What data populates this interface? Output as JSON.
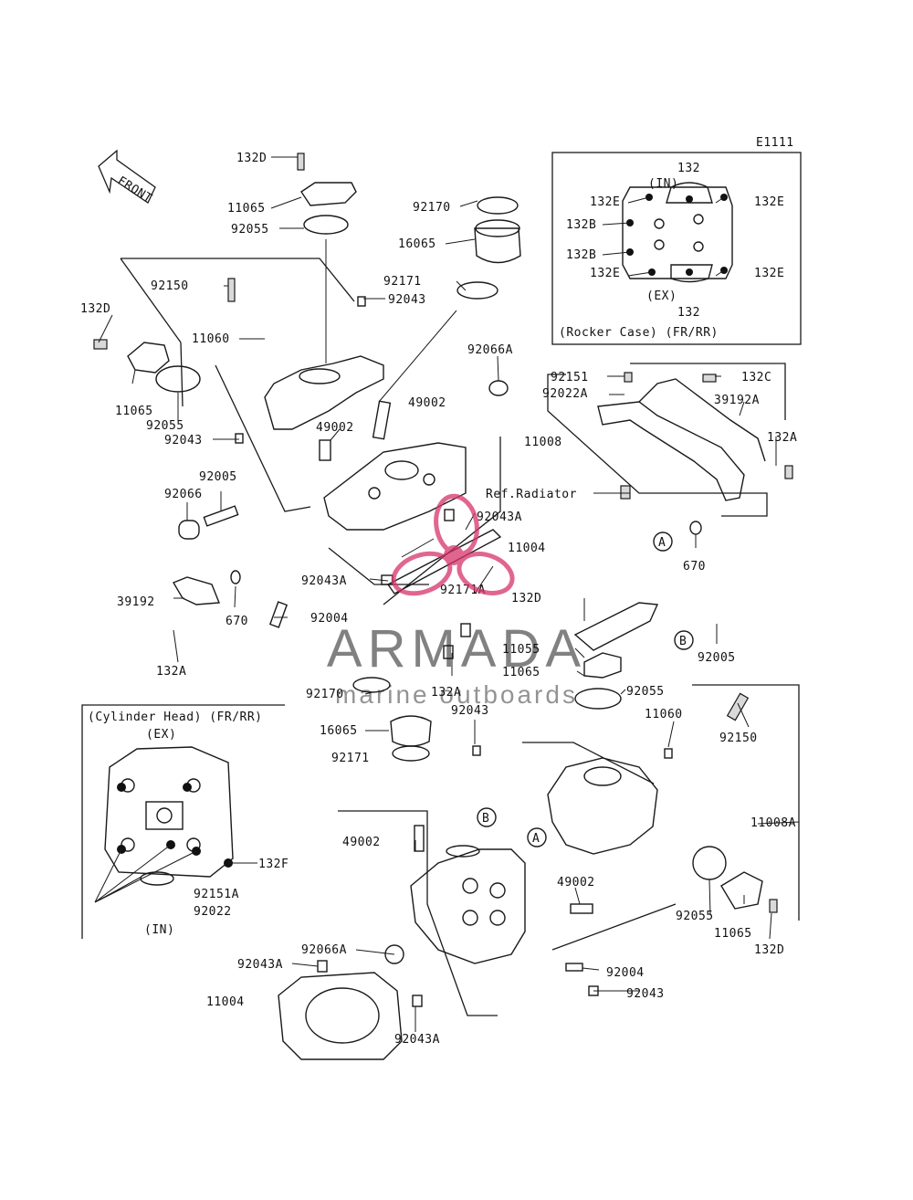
{
  "diagram_code": "E1111",
  "front_label": "FRONT",
  "labels": {
    "p132D_top": "132D",
    "p11065_top": "11065",
    "p92055_top": "92055",
    "p92170_top": "92170",
    "p16065_top": "16065",
    "p92171_top": "92171",
    "p92043_top": "92043",
    "p92150_top": "92150",
    "p132D_left": "132D",
    "p11060_top": "11060",
    "p92066A_top": "92066A",
    "p11065_left": "11065",
    "p92055_left": "92055",
    "p49002_a": "49002",
    "p49002_b": "49002",
    "p92043_left": "92043",
    "p11008": "11008",
    "p92005_left": "92005",
    "p92066": "92066",
    "p92043A_mid": "92043A",
    "p11004_mid": "11004",
    "p92043A_left": "92043A",
    "p92171A": "92171A",
    "p39192": "39192",
    "p670_left": "670",
    "p92004_left": "92004",
    "p132A_left": "132A",
    "p92151": "92151",
    "p92022A": "92022A",
    "p132C": "132C",
    "p39192A": "39192A",
    "p132A_right": "132A",
    "ref_radiator": "Ref.Radiator",
    "p670_right": "670",
    "p132D_mid": "132D",
    "p11055": "11055",
    "p11065_mid": "11065",
    "p92055_mid": "92055",
    "p92005_right": "92005",
    "p132A_mid": "132A",
    "p92170_low": "92170",
    "p16065_low": "16065",
    "p92171_low": "92171",
    "p92043_low": "92043",
    "p11060_low": "11060",
    "p92150_low": "92150",
    "p11008A": "11008A",
    "p49002_low": "49002",
    "p49002_right": "49002",
    "p92055_low": "92055",
    "p11065_low": "11065",
    "p132D_low": "132D",
    "p92066A_low": "92066A",
    "p92043A_low": "92043A",
    "p11004_low": "11004",
    "p92043A_bottom": "92043A",
    "p92004_low": "92004",
    "p92043_bottom": "92043",
    "p132F": "132F",
    "p92151A": "92151A",
    "p92022": "92022"
  },
  "callouts": {
    "A": "A",
    "B": "B"
  },
  "rocker_inset": {
    "title": "(Rocker Case) (FR/RR)",
    "in_label": "(IN)",
    "ex_label": "(EX)",
    "top_132": "132",
    "bottom_132": "132",
    "l_132E_top": "132E",
    "r_132E_top": "132E",
    "l_132B_a": "132B",
    "l_132B_b": "132B",
    "l_132E_bottom": "132E",
    "r_132E_bottom": "132E"
  },
  "head_inset": {
    "title": "(Cylinder Head) (FR/RR)",
    "ex_label": "(EX)",
    "in_label": "(IN)"
  },
  "watermark": {
    "brand": "ARMADA",
    "tagline": "marine outboards",
    "color": "#d6336c"
  }
}
